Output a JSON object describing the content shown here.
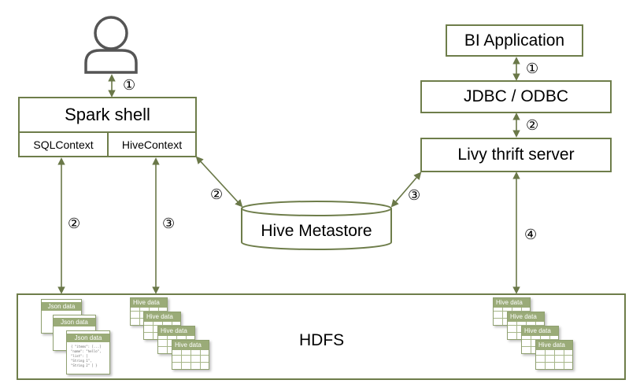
{
  "spark_shell": {
    "title": "Spark shell",
    "sql_context": "SQLContext",
    "hive_context": "HiveContext"
  },
  "bi_application": "BI Application",
  "jdbc_odbc": "JDBC / ODBC",
  "livy": "Livy thrift server",
  "metastore": "Hive Metastore",
  "hdfs": {
    "label": "HDFS",
    "json_docs": [
      "Json data",
      "Json data",
      "Json data"
    ],
    "json_snippet": [
      "{ \"items\": [...]",
      "  \"name\": \"hello\",",
      "  \"list\": [",
      "    \"String 1\",",
      "    \"String 2\" ] }"
    ],
    "hive_tables_left": [
      "Hive data",
      "Hive data",
      "Hive data",
      "Hive data"
    ],
    "hive_tables_right": [
      "Hive data",
      "Hive data",
      "Hive data",
      "Hive data"
    ]
  },
  "steps": {
    "user_spark": "①",
    "sql_hdfs": "②",
    "hive_hdfs": "③",
    "spark_metastore": "②",
    "livy_metastore": "③",
    "livy_hdfs": "④",
    "bi_jdbc": "①",
    "jdbc_livy": "②"
  },
  "colors": {
    "stroke": "#6e7d4a",
    "arrow": "#6a7848",
    "user": "#555555",
    "hive_header": "#9aab78"
  }
}
